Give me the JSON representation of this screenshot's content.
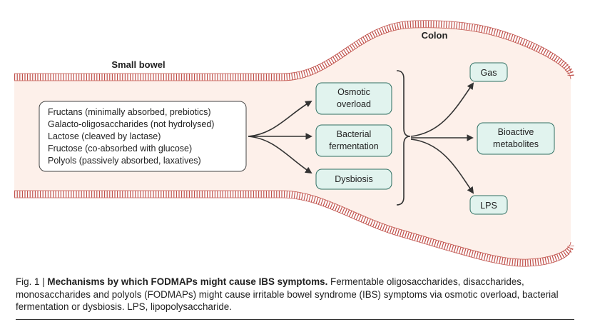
{
  "regions": {
    "small_bowel": "Small bowel",
    "colon": "Colon"
  },
  "sources": [
    "Fructans (minimally absorbed, prebiotics)",
    "Galacto-oligosaccharides (not hydrolysed)",
    "Lactose (cleaved by lactase)",
    "Fructose (co-absorbed with glucose)",
    "Polyols (passively absorbed, laxatives)"
  ],
  "mechanisms": [
    [
      "Osmotic",
      "overload"
    ],
    [
      "Bacterial",
      "fermentation"
    ],
    [
      "Dysbiosis"
    ]
  ],
  "outcomes": [
    [
      "Gas"
    ],
    [
      "Bioactive",
      "metabolites"
    ],
    [
      "LPS"
    ]
  ],
  "caption": {
    "label": "Fig. 1 | ",
    "title": "Mechanisms by which FODMAPs might cause IBS symptoms.",
    "body": " Fermentable oligosaccharides, disaccharides, monosaccharides and polyols (FODMAPs) might cause irritable bowel syndrome (IBS) symptoms via osmotic overload, bacterial fermentation or dysbiosis. LPS, lipopolysaccharide."
  },
  "colors": {
    "lumen_fill": "#fdf0ea",
    "wall_stroke": "#c0504a",
    "box_fill": "#e1f3ee",
    "box_stroke": "#2f6f62",
    "arrow": "#333333"
  }
}
